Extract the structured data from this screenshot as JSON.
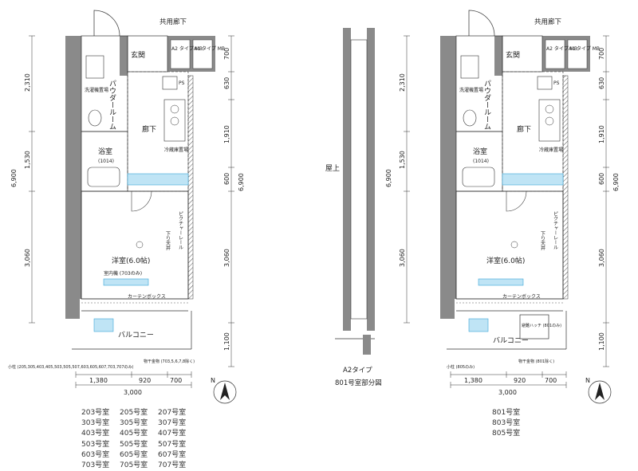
{
  "labels": {
    "corridor": "共用廊下",
    "entrance": "玄関",
    "powder_room": "パウダールーム",
    "hallway": "廊下",
    "bathroom": "浴室",
    "bath_size": "(1014)",
    "western_room": "洋室(6.0帖)",
    "balcony": "バルコニー",
    "ps": "PS",
    "fridge": "冷蔵庫置場",
    "washer": "洗濯機置場",
    "picture_rail": "ピクチャーレール",
    "down_ceiling": "下り天井",
    "curtain_box": "カーテンボックス",
    "type_a2": "A2 タイプ MB",
    "type_a1": "A1 タイプ MB",
    "rooftop": "屋上",
    "hatch": "避難ハッチ (801のみ)"
  },
  "plan_left": {
    "dims_left": [
      "2,310",
      "1,530",
      "3,060",
      "6,900"
    ],
    "dims_right": [
      "700",
      "630",
      "1,910",
      "600",
      "3,060",
      "6,900",
      "1,100"
    ],
    "dims_bottom": [
      "1,380",
      "920",
      "700",
      "3,000"
    ],
    "note_small": "小柱 (205,305,403,405,503,505,507,603,605,607,703,707のみ)",
    "note_rail": "物干金物 (703,5,6,7,8除く)",
    "note_ac": "室内機 (703のみ)",
    "units": [
      [
        "203号室",
        "205号室",
        "207号室"
      ],
      [
        "303号室",
        "305号室",
        "307号室"
      ],
      [
        "403号室",
        "405号室",
        "407号室"
      ],
      [
        "503号室",
        "505号室",
        "507号室"
      ],
      [
        "603号室",
        "605号室",
        "607号室"
      ],
      [
        "703号室",
        "705号室",
        "707号室"
      ]
    ]
  },
  "plan_mid": {
    "caption_1": "A2タイプ",
    "caption_2": "801号室部分図"
  },
  "plan_right": {
    "dims_left": [
      "2,310",
      "1,530",
      "3,060",
      "6,900"
    ],
    "dims_right": [
      "700",
      "630",
      "1,910",
      "600",
      "3,060",
      "6,900",
      "1,100"
    ],
    "dims_bottom": [
      "1,380",
      "920",
      "700",
      "3,000"
    ],
    "note_small": "小柱 (805のみ)",
    "note_rail": "物干金物 (801除く)",
    "units": [
      "801号室",
      "803号室",
      "805号室"
    ]
  },
  "compass": "N",
  "colors": {
    "wall": "#8a8a8a",
    "accent": "#3aa6d8",
    "line": "#222222"
  }
}
